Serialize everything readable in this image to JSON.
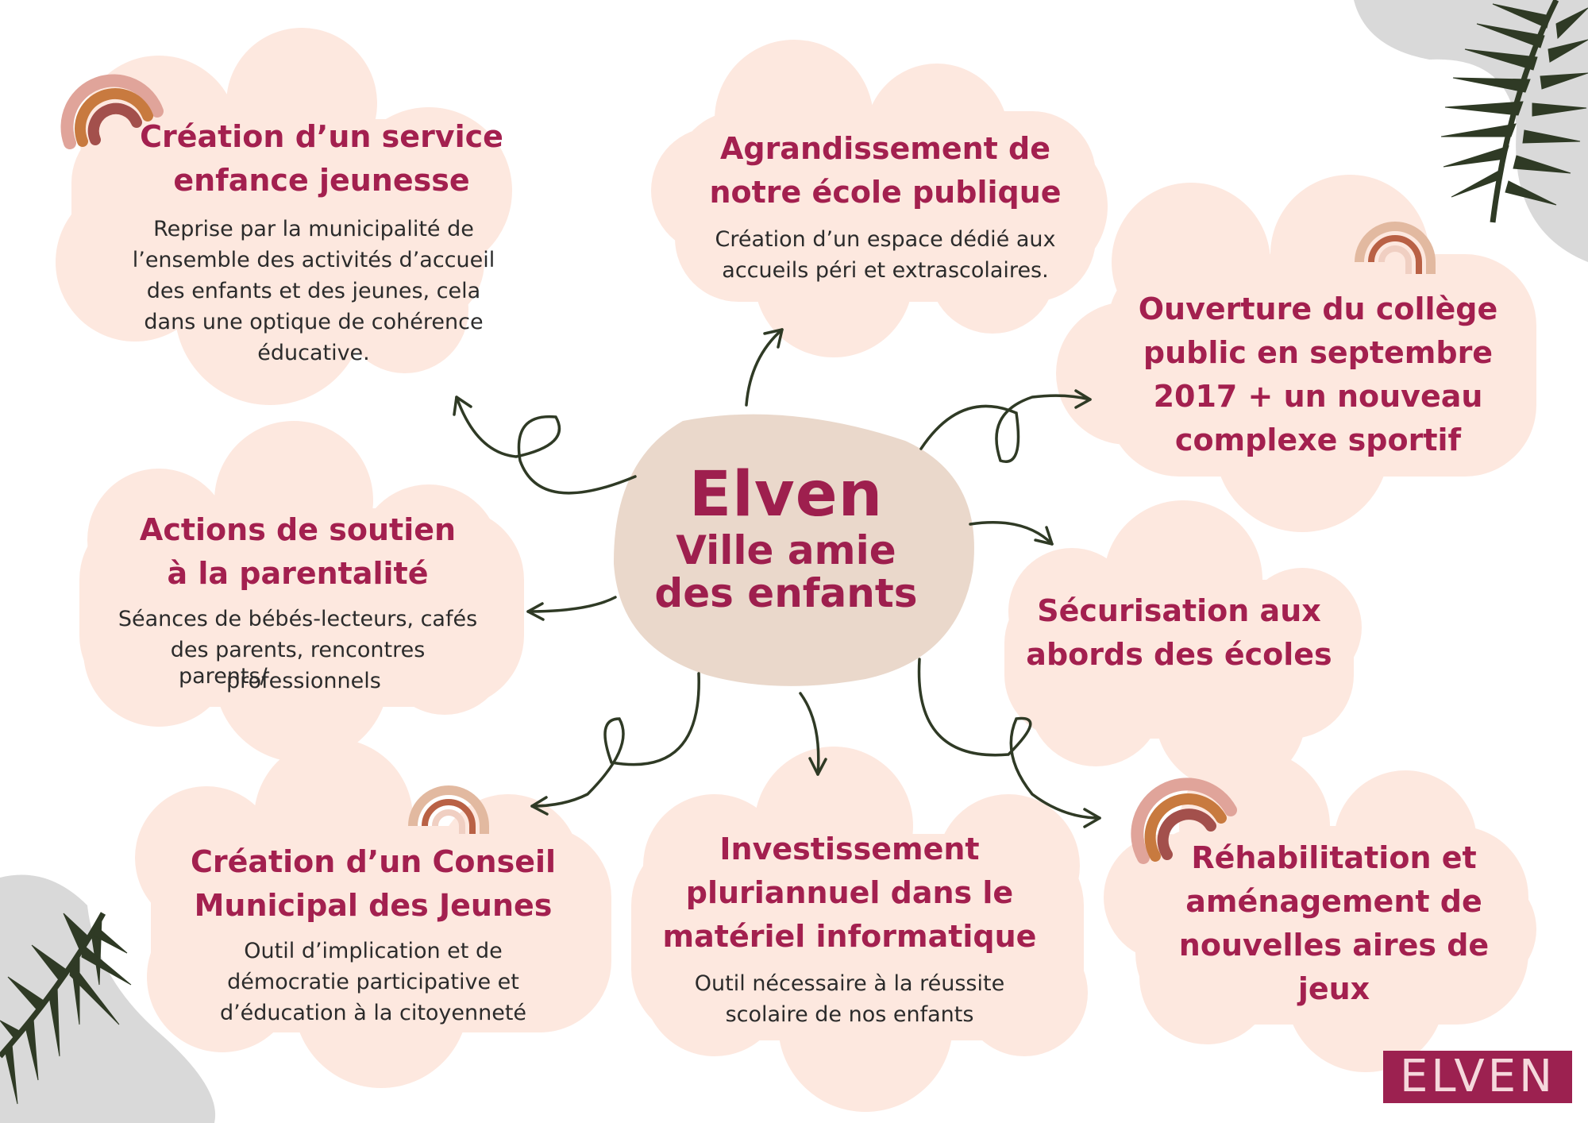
{
  "center": {
    "title": "Elven",
    "subtitle_line1": "Ville amie",
    "subtitle_line2": "des enfants"
  },
  "cards": [
    {
      "title_line1": "Création d’un service",
      "title_line2": "enfance jeunesse",
      "body_lines": [
        "Reprise par la municipalité de",
        "l’ensemble des activités d’accueil",
        "des enfants et des jeunes, cela",
        "dans une optique de cohérence",
        "éducative."
      ]
    },
    {
      "title_line1": "Agrandissement de",
      "title_line2": "notre école publique",
      "body_lines": [
        "Création d’un espace dédié aux",
        "accueils péri et extrascolaires."
      ]
    },
    {
      "title_lines": [
        "Ouverture du collège",
        "public en septembre",
        "2017 + un nouveau",
        "complexe sportif"
      ]
    },
    {
      "title_line1": "Actions de soutien",
      "title_line2": "à la parentalité",
      "body_lines": [
        "Séances de bébés-lecteurs, cafés",
        "des parents, rencontres",
        "parents/",
        "professionnels"
      ]
    },
    {
      "title_line1": "Sécurisation aux",
      "title_line2": "abords des écoles"
    },
    {
      "title_line1": "Création d’un Conseil",
      "title_line2": "Municipal des Jeunes",
      "body_lines": [
        "Outil d’implication et de",
        "démocratie participative et",
        "d’éducation à la citoyenneté"
      ]
    },
    {
      "title_lines": [
        "Investissement",
        "pluriannuel dans le",
        "matériel informatique"
      ],
      "body_lines": [
        "Outil nécessaire à la réussite",
        "scolaire de nos enfants"
      ]
    },
    {
      "title_lines": [
        "Réhabilitation et",
        "aménagement de",
        "nouvelles aires de jeux"
      ]
    }
  ],
  "logo": {
    "text": "ELVEN"
  },
  "colors": {
    "cloud": "#fde8df",
    "center_blob": "#ead8cb",
    "title": "#a3204f",
    "text": "#2b2b2b",
    "leaf": "#2f3a25",
    "shadow": "#d9d9d9",
    "arrow": "#2f3a25"
  },
  "icons": [
    "rainbow-icon",
    "dotted-rainbow-icon",
    "palm-leaf-icon",
    "arrow-icon"
  ]
}
